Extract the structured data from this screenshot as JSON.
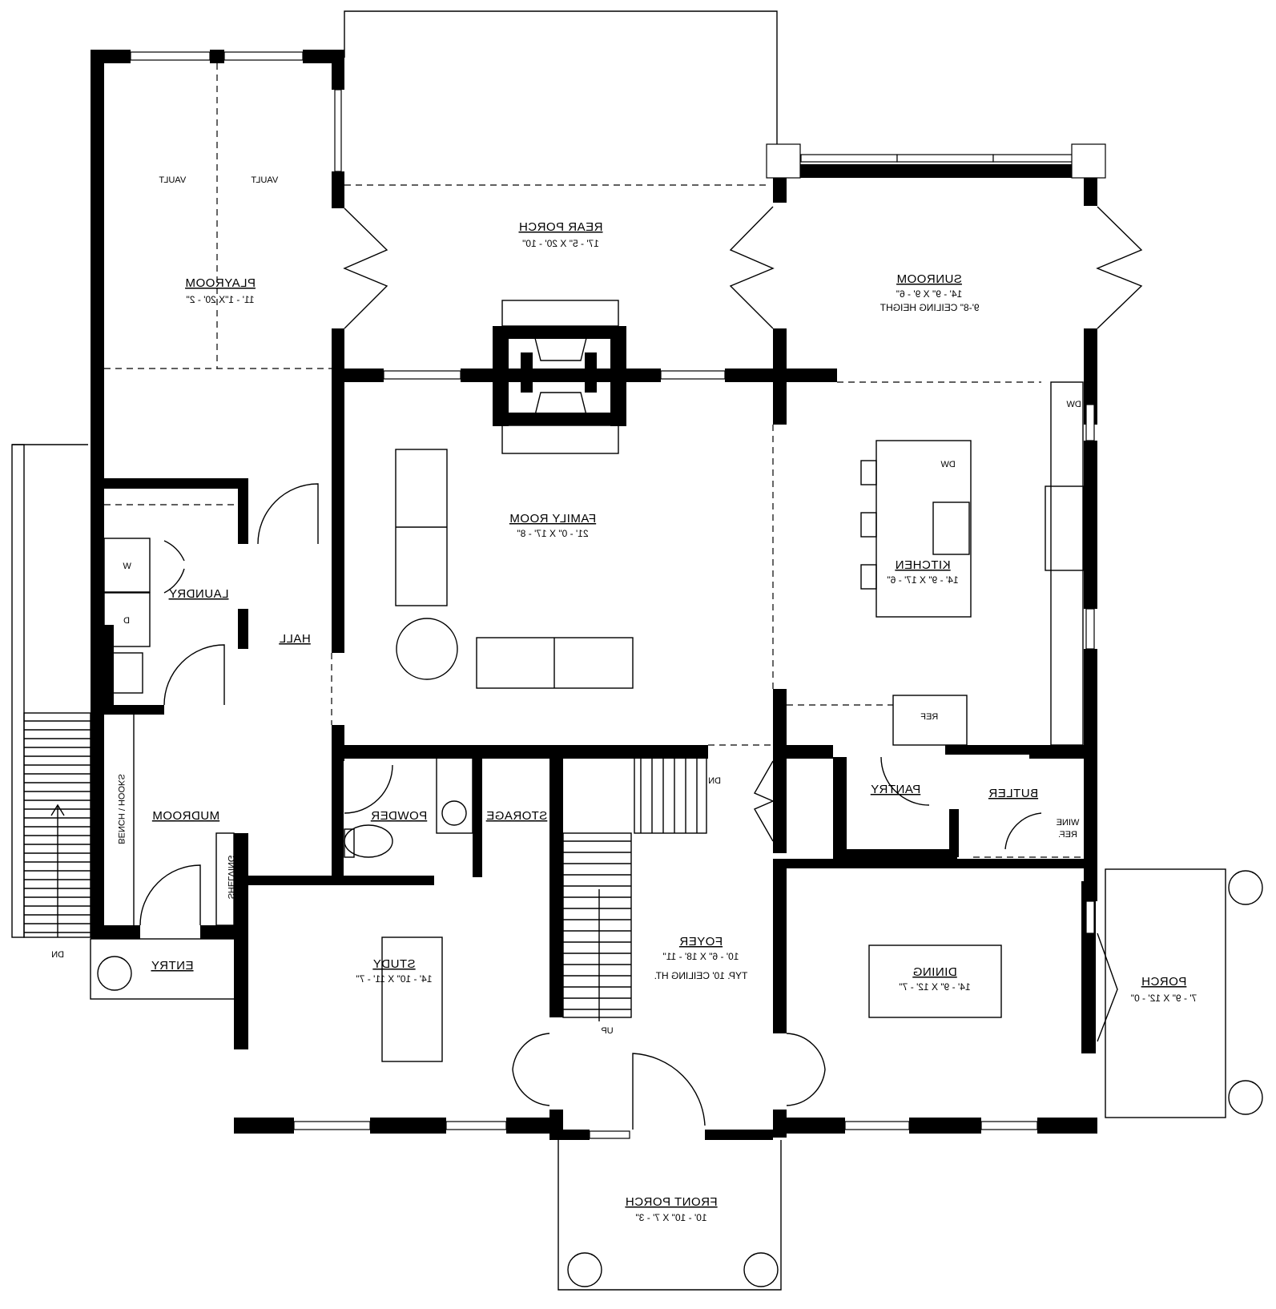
{
  "rooms": {
    "rear_porch": {
      "name": "REAR PORCH",
      "dim": "17' - 5\" X 20' - 10\""
    },
    "playroom": {
      "name": "PLAYROOM",
      "dim": "11' - 1\"X 20' - 2\""
    },
    "sunroom": {
      "name": "SUNROOM",
      "dim": "14' - 9\" X 9' - 6\"",
      "note": "9'-8\" CEILING HEIGHT"
    },
    "family_room": {
      "name": "FAMILY ROOM",
      "dim": "21' - 0\" X 17' - 8\""
    },
    "kitchen": {
      "name": "KITCHEN",
      "dim": "14' - 9\" X 17' - 6\""
    },
    "laundry": {
      "name": "LAUNDRY"
    },
    "hall": {
      "name": "HALL"
    },
    "mudroom": {
      "name": "MUDROOM"
    },
    "powder": {
      "name": "POWDER"
    },
    "storage": {
      "name": "STORAGE"
    },
    "pantry": {
      "name": "PANTRY"
    },
    "butler": {
      "name": "BUTLER"
    },
    "entry": {
      "name": "ENTRY"
    },
    "study": {
      "name": "STUDY",
      "dim": "14' - 10\" X 11' - 7\""
    },
    "foyer": {
      "name": "FOYER",
      "dim": "10' - 6\" X 18' - 11\"",
      "note": "TYP. 10' CEILING HT."
    },
    "dining": {
      "name": "DINING",
      "dim": "14' - 9\" X 12' - 7\""
    },
    "porch": {
      "name": "PORCH",
      "dim": "7' - 9\" X 12' - 0\""
    },
    "front_porch": {
      "name": "FRONT PORCH",
      "dim": "10' - 10\" X 7' - 3\""
    }
  },
  "labels": {
    "vault_left": "VAULT",
    "vault_right": "VAULT",
    "dw_wall": "DW",
    "dw_island": "DW",
    "washer": "W",
    "dryer": "D",
    "bench_hooks": "BENCH \\ HOOKS",
    "shelving": "SHELVING",
    "ref": "REF",
    "wine_ref_1": "WINE",
    "wine_ref_2": "REF.",
    "stair_dn_upper": "DN",
    "stair_up": "UP",
    "stair_dn_side": "DN"
  }
}
